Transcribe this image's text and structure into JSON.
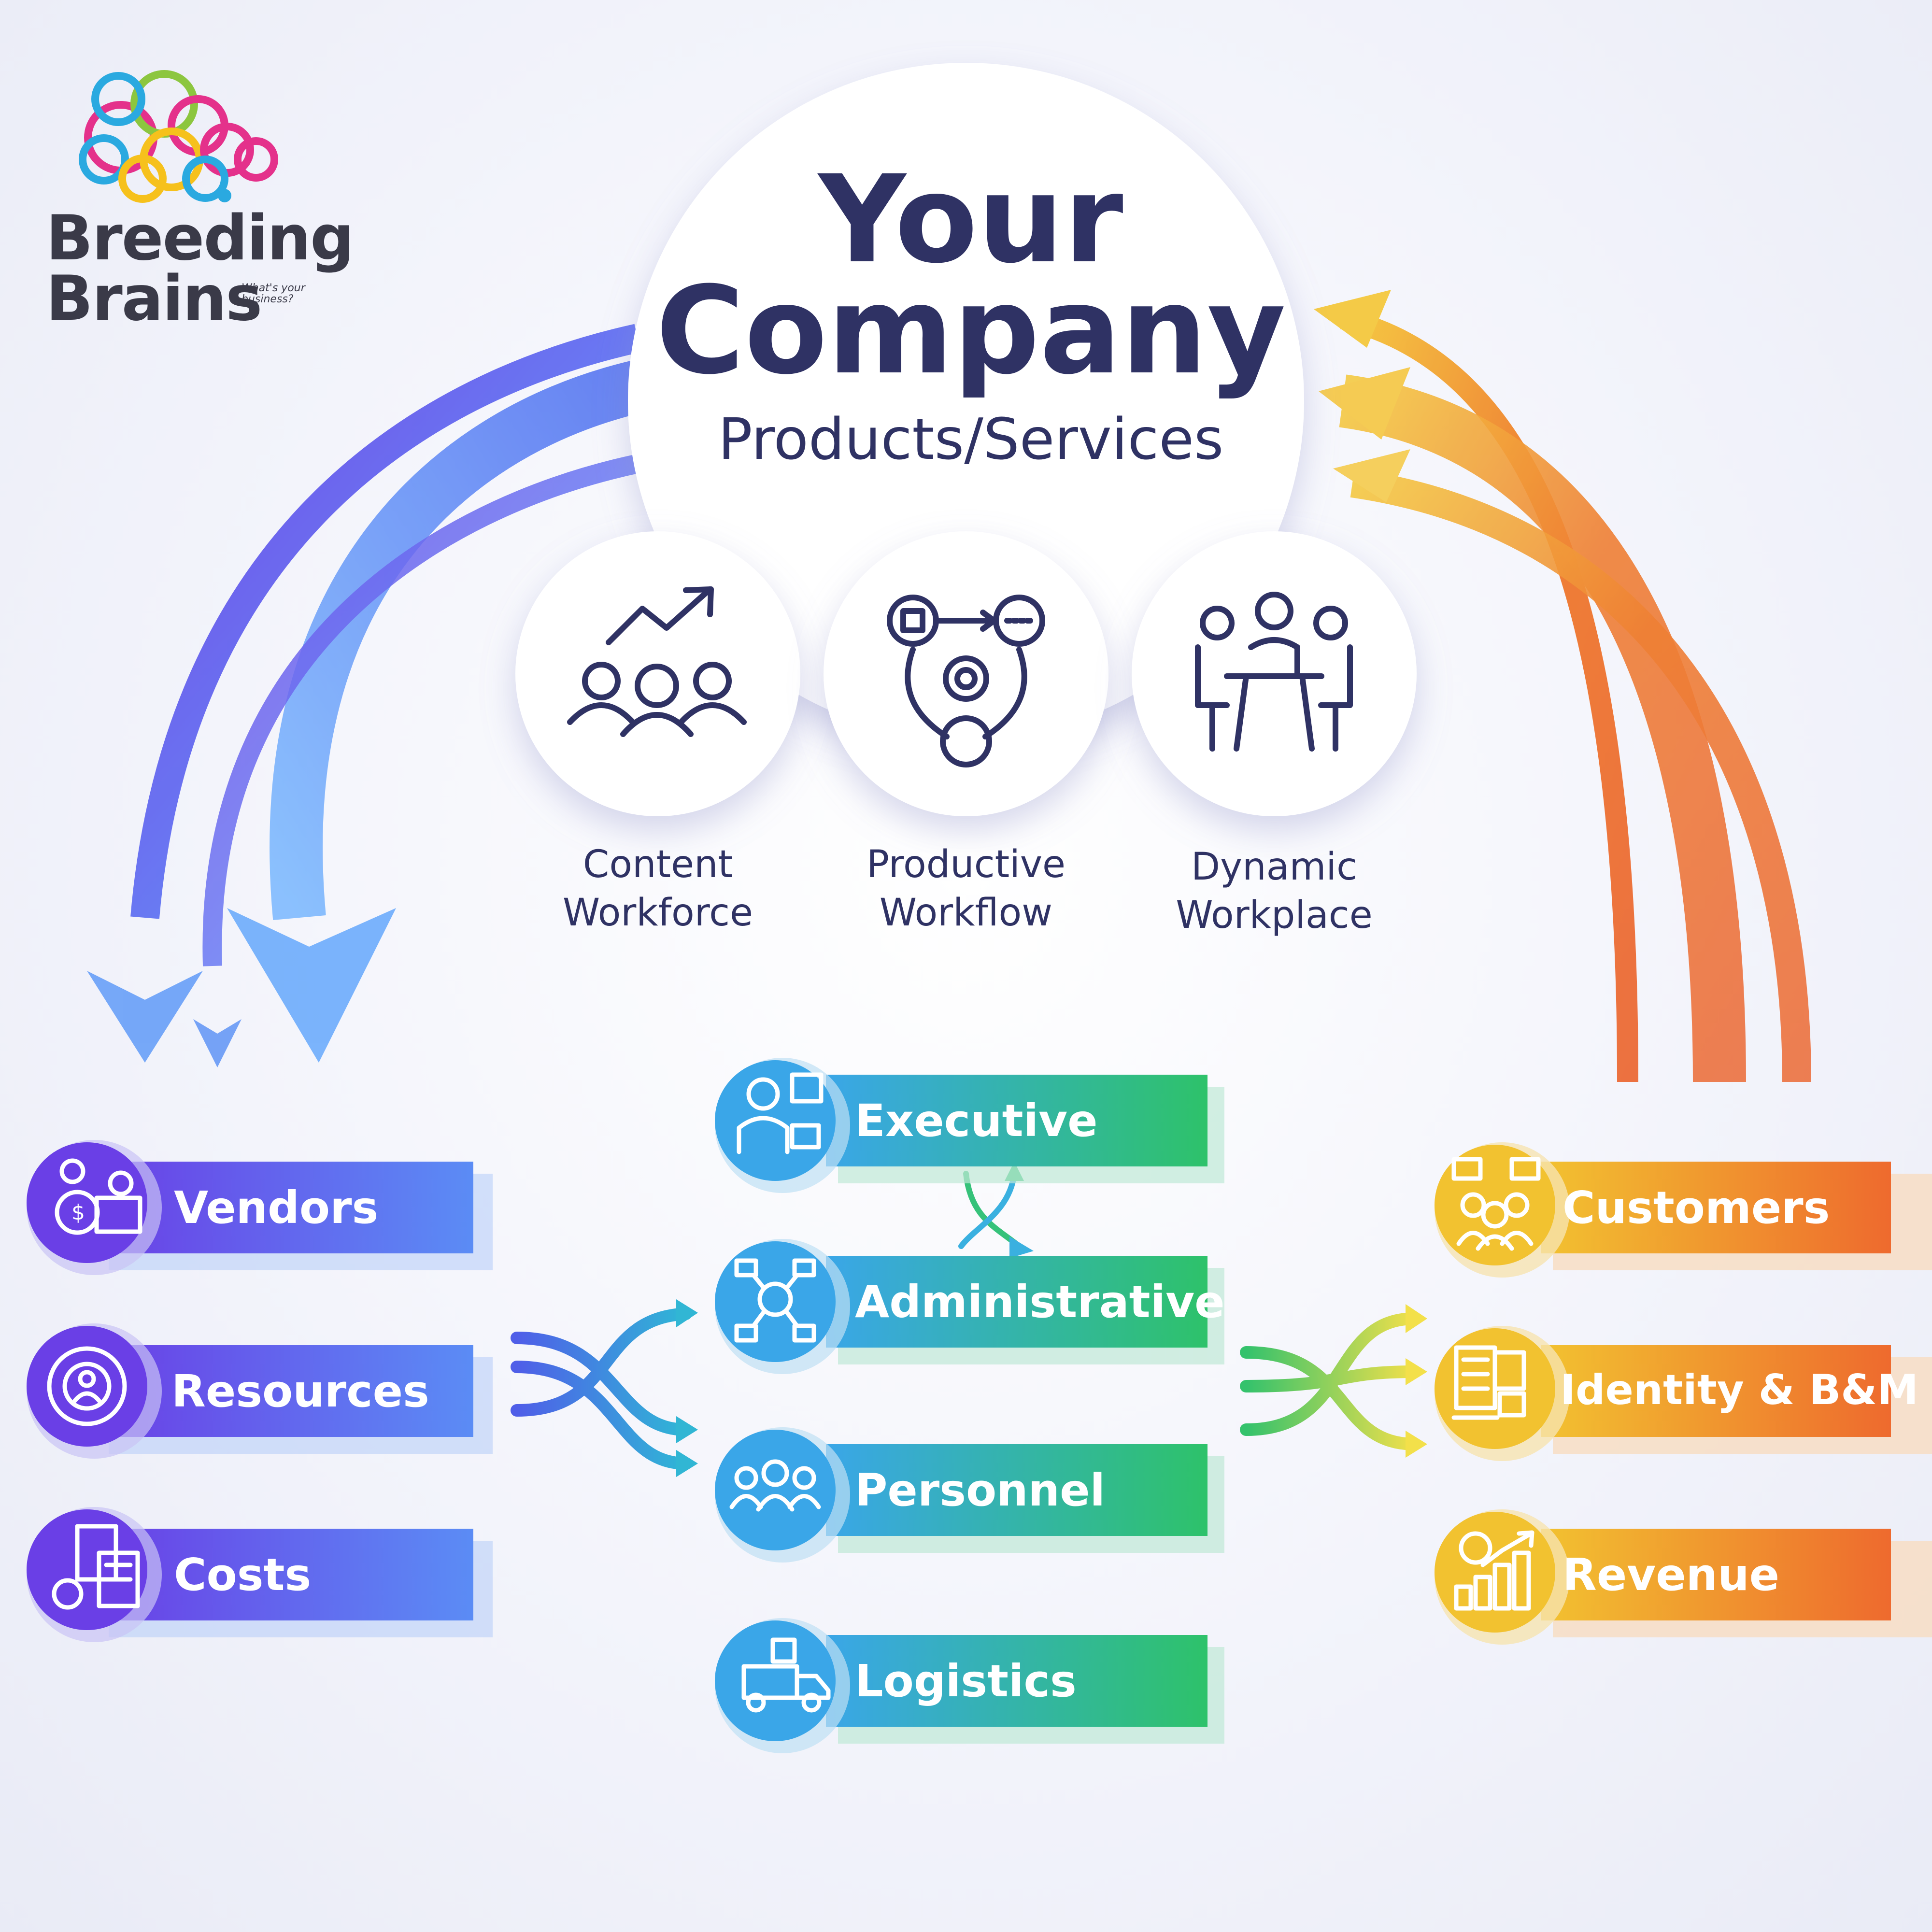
{
  "logo": {
    "line1": "Breeding",
    "line2": "Brains",
    "tagline_1": "What's your",
    "tagline_2": "business?"
  },
  "hero": {
    "title_line1": "Your",
    "title_line2": "Company",
    "subtitle": "Products/Services"
  },
  "pillars": [
    {
      "label_1": "Content",
      "label_2": "Workforce",
      "icon": "growth-team-icon"
    },
    {
      "label_1": "Productive",
      "label_2": "Workflow",
      "icon": "workflow-cycle-icon"
    },
    {
      "label_1": "Dynamic",
      "label_2": "Workplace",
      "icon": "meeting-table-icon"
    }
  ],
  "left_items": [
    {
      "label": "Vendors",
      "icon": "vendor-desk-icon"
    },
    {
      "label": "Resources",
      "icon": "gear-person-icon"
    },
    {
      "label": "Costs",
      "icon": "calculator-coins-icon"
    }
  ],
  "center_items": [
    {
      "label": "Executive",
      "icon": "executive-laptop-icon"
    },
    {
      "label": "Administrative",
      "icon": "admin-network-icon"
    },
    {
      "label": "Personnel",
      "icon": "group-people-icon"
    },
    {
      "label": "Logistics",
      "icon": "delivery-truck-icon"
    }
  ],
  "right_items": [
    {
      "label": "Customers",
      "icon": "customers-feedback-icon"
    },
    {
      "label": "Identity & B&M",
      "icon": "brand-documents-icon"
    },
    {
      "label": "Revenue",
      "icon": "revenue-chart-icon"
    }
  ],
  "colors": {
    "navy": "#2f3264",
    "blue_start": "#6a3fe6",
    "blue_end": "#5b8cf5",
    "teal_start": "#3aa6e8",
    "green_end": "#2ec26a",
    "yellow_start": "#f2c230",
    "orange_end": "#ee6a2e"
  }
}
